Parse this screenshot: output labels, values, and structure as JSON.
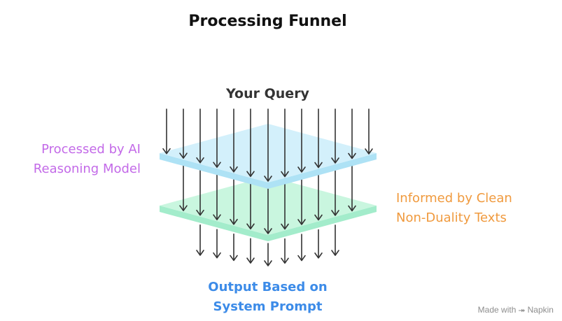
{
  "title": "Processing Funnel",
  "labels": {
    "input": "Your Query",
    "ai_line1": "Processed by AI",
    "ai_line2": "Reasoning Model",
    "clean_line1": "Informed by Clean",
    "clean_line2": "Non-Duality Texts",
    "output_line1": "Output Based on",
    "output_line2": "System Prompt"
  },
  "watermark": "Made with ⯮ Napkin",
  "colors": {
    "ai_text": "#c36ae8",
    "clean_text": "#f09a3e",
    "output_text": "#3c8be8",
    "query_text": "#333333",
    "blue_layer_fill": "#d3f0fb",
    "blue_layer_edge": "#aee2f5",
    "green_layer_fill": "#c9f6df",
    "green_layer_edge": "#a3eccb",
    "arrow": "#333333"
  },
  "layers": [
    {
      "name": "blue",
      "fill": "#d3f0fb"
    },
    {
      "name": "green",
      "fill": "#c9f6df"
    }
  ]
}
